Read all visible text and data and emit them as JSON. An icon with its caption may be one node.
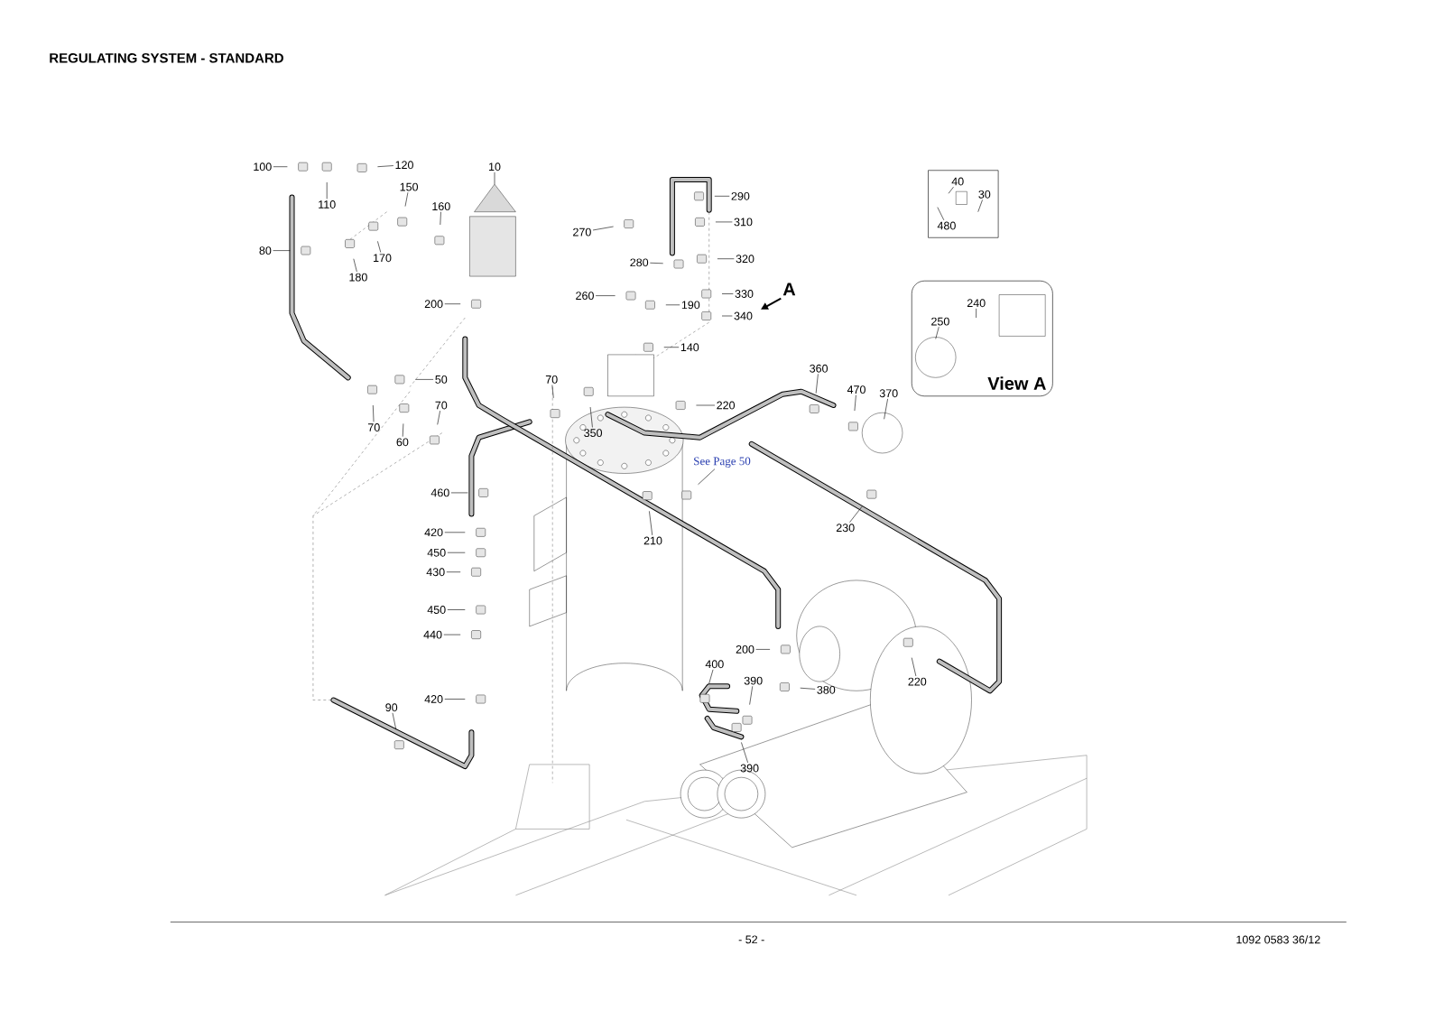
{
  "diagram": {
    "title": "REGULATING SYSTEM - STANDARD",
    "nodes": [
      {
        "text": [
          "100"
        ]
      },
      {
        "text": [
          "120"
        ]
      },
      {
        "text": [
          "10"
        ]
      },
      {
        "text": [
          "110"
        ]
      },
      {
        "text": [
          "150"
        ]
      },
      {
        "text": [
          "160"
        ]
      },
      {
        "text": [
          "80"
        ]
      },
      {
        "text": [
          "170"
        ]
      },
      {
        "text": [
          "180"
        ]
      },
      {
        "text": [
          "200"
        ]
      },
      {
        "text": [
          "290"
        ]
      },
      {
        "text": [
          "310"
        ]
      },
      {
        "text": [
          "270"
        ]
      },
      {
        "text": [
          "320"
        ]
      },
      {
        "text": [
          "280"
        ]
      },
      {
        "text": [
          "260"
        ]
      },
      {
        "text": [
          "330"
        ]
      },
      {
        "text": [
          "340"
        ]
      },
      {
        "text": [
          "190"
        ]
      },
      {
        "text": [
          "140"
        ]
      },
      {
        "text": [],
        "shape": "box"
      },
      {
        "text": [
          "40"
        ],
        "in": 20
      },
      {
        "text": [
          "30"
        ],
        "in": 20
      },
      {
        "text": [
          "480"
        ],
        "in": 20
      },
      {
        "text": [
          "View A"
        ]
      },
      {
        "text": [
          "240"
        ],
        "in": 24
      },
      {
        "text": [
          "250"
        ],
        "in": 24
      },
      {
        "text": [
          "50"
        ]
      },
      {
        "text": [
          "70"
        ]
      },
      {
        "text": [
          "70"
        ]
      },
      {
        "text": [
          "220"
        ]
      },
      {
        "text": [
          "360"
        ]
      },
      {
        "text": [
          "470"
        ]
      },
      {
        "text": [
          "370"
        ]
      },
      {
        "text": [
          "70"
        ]
      },
      {
        "text": [
          "350"
        ]
      },
      {
        "text": [
          "60"
        ]
      },
      {
        "text": [
          "See Page 50"
        ]
      },
      {
        "text": [
          "460"
        ]
      },
      {
        "text": [
          "210"
        ]
      },
      {
        "text": [
          "230"
        ]
      },
      {
        "text": [
          "420"
        ]
      },
      {
        "text": [
          "450"
        ]
      },
      {
        "text": [
          "430"
        ]
      },
      {
        "text": [
          "450"
        ]
      },
      {
        "text": [
          "440"
        ]
      },
      {
        "text": [
          "200"
        ]
      },
      {
        "text": [
          "400"
        ]
      },
      {
        "text": [
          "390"
        ]
      },
      {
        "text": [
          "380"
        ]
      },
      {
        "text": [
          "220"
        ]
      },
      {
        "text": [
          "420"
        ]
      },
      {
        "text": [
          "90"
        ]
      },
      {
        "text": [
          "390"
        ]
      }
    ],
    "edges": [
      {
        "from": 0,
        "to": null,
        "arrow": "none"
      },
      {
        "from": 1,
        "to": null,
        "arrow": "none"
      },
      {
        "from": 2,
        "to": null,
        "arrow": "none"
      },
      {
        "from": 3,
        "to": null,
        "arrow": "none"
      },
      {
        "from": 4,
        "to": null,
        "arrow": "none"
      },
      {
        "from": 5,
        "to": null,
        "arrow": "none"
      },
      {
        "from": 6,
        "to": null,
        "arrow": "none"
      },
      {
        "from": 7,
        "to": null,
        "arrow": "none"
      },
      {
        "from": 8,
        "to": null,
        "arrow": "none"
      },
      {
        "from": 9,
        "to": null,
        "arrow": "none"
      },
      {
        "from": 10,
        "to": null,
        "arrow": "none"
      },
      {
        "from": 11,
        "to": null,
        "arrow": "none"
      },
      {
        "from": 12,
        "to": null,
        "arrow": "none"
      },
      {
        "from": 13,
        "to": null,
        "arrow": "none"
      },
      {
        "from": 14,
        "to": null,
        "arrow": "none"
      },
      {
        "from": 15,
        "to": null,
        "arrow": "none"
      },
      {
        "from": 16,
        "to": null,
        "arrow": "none"
      },
      {
        "from": 17,
        "to": null,
        "arrow": "none"
      },
      {
        "from": 18,
        "to": null,
        "arrow": "none"
      },
      {
        "from": 19,
        "to": null,
        "arrow": "none"
      },
      {
        "from": 21,
        "to": null,
        "arrow": "none"
      },
      {
        "from": 22,
        "to": null,
        "arrow": "none"
      },
      {
        "from": 23,
        "to": null,
        "arrow": "none"
      },
      {
        "from": 25,
        "to": null,
        "arrow": "none"
      },
      {
        "from": 26,
        "to": null,
        "arrow": "none"
      },
      {
        "from": 27,
        "to": null,
        "arrow": "none"
      },
      {
        "from": 28,
        "to": null,
        "arrow": "none"
      },
      {
        "from": 29,
        "to": null,
        "arrow": "none"
      },
      {
        "from": 30,
        "to": null,
        "arrow": "none"
      },
      {
        "from": 31,
        "to": null,
        "arrow": "none"
      },
      {
        "from": 32,
        "to": null,
        "arrow": "none"
      },
      {
        "from": 33,
        "to": null,
        "arrow": "none"
      },
      {
        "from": 34,
        "to": null,
        "arrow": "none"
      },
      {
        "from": 35,
        "to": null,
        "arrow": "none"
      },
      {
        "from": 36,
        "to": null,
        "arrow": "none"
      },
      {
        "from": 37,
        "to": null,
        "arrow": "none"
      },
      {
        "from": 38,
        "to": null,
        "arrow": "none"
      },
      {
        "from": 39,
        "to": null,
        "arrow": "none"
      },
      {
        "from": 40,
        "to": null,
        "arrow": "none"
      },
      {
        "from": 41,
        "to": null,
        "arrow": "none"
      },
      {
        "from": 42,
        "to": null,
        "arrow": "none"
      },
      {
        "from": 43,
        "to": null,
        "arrow": "none"
      },
      {
        "from": 44,
        "to": null,
        "arrow": "none"
      },
      {
        "from": 45,
        "to": null,
        "arrow": "none"
      },
      {
        "from": 46,
        "to": null,
        "arrow": "none"
      },
      {
        "from": 47,
        "to": null,
        "arrow": "none"
      },
      {
        "from": 48,
        "to": null,
        "arrow": "none"
      },
      {
        "from": 49,
        "to": null,
        "arrow": "none"
      },
      {
        "from": 50,
        "to": null,
        "arrow": "none"
      },
      {
        "from": 51,
        "to": null,
        "arrow": "none"
      },
      {
        "from": 52,
        "to": null,
        "arrow": "none"
      },
      {
        "from": 53,
        "to": null,
        "arrow": "none"
      }
    ],
    "labels": [
      "A",
      "- 52 -",
      "1092 0583 36/12"
    ]
  }
}
